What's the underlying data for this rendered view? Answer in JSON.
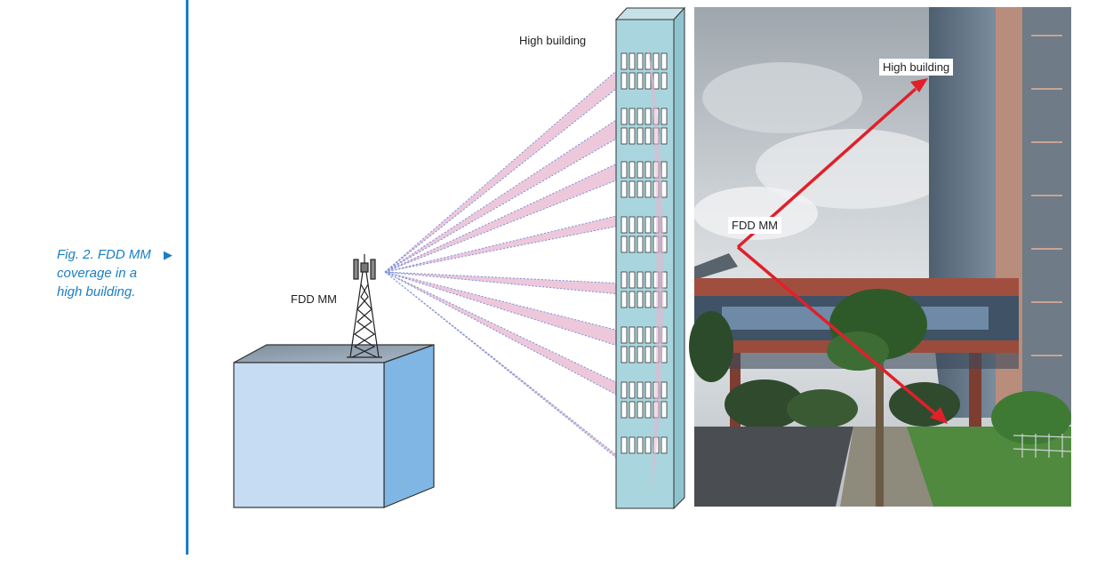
{
  "caption": {
    "line1": "Fig. 2. FDD MM",
    "line2": "coverage in a",
    "line3": "high building.",
    "arrow_icon": "triangle-right-icon"
  },
  "diagram": {
    "antenna_label": "FDD MM",
    "building_label": "High building"
  },
  "photo": {
    "antenna_label": "FDD MM",
    "building_label": "High building"
  },
  "colors": {
    "accent": "#1a7fc4",
    "beam": "#e7b6cf",
    "beam_edge": "#7a8fd6",
    "building": "#a9d6de",
    "box_front": "#c6dcf3",
    "box_side": "#7fb6e4",
    "arrow": "#e0202a"
  }
}
